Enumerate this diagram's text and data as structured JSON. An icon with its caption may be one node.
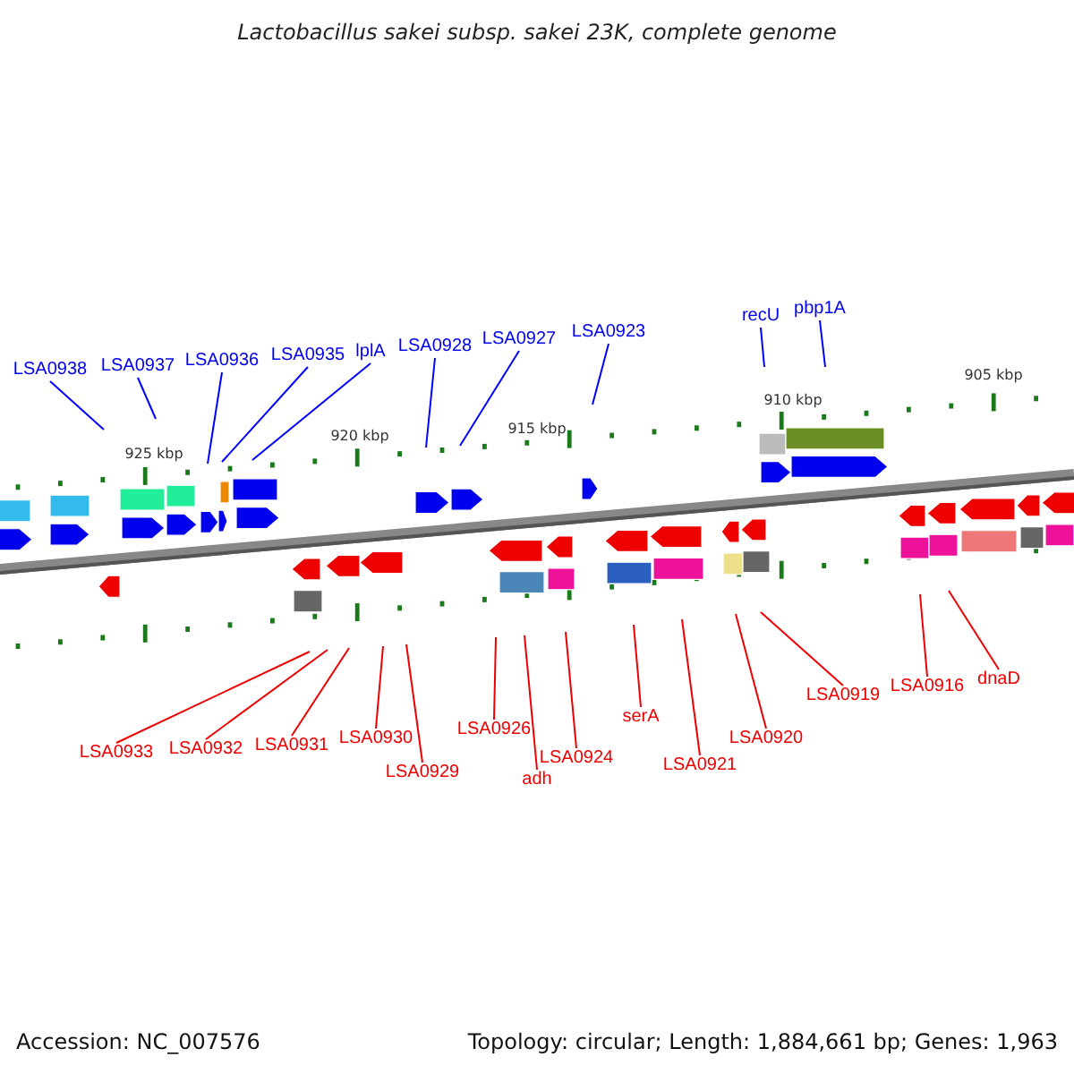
{
  "diagram": {
    "title": "Lactobacillus sakei subsp. sakei 23K, complete genome",
    "nodes": [
      {
        "text": [
          "LSA0938"
        ]
      },
      {
        "text": [
          "LSA0937"
        ]
      },
      {
        "text": [
          "LSA0936"
        ]
      },
      {
        "text": [
          "LSA0935"
        ]
      },
      {
        "text": [
          "lplA"
        ]
      },
      {
        "text": [
          "LSA0928"
        ]
      },
      {
        "text": [
          "LSA0927"
        ]
      },
      {
        "text": [
          "LSA0923"
        ]
      },
      {
        "text": [
          "recU"
        ]
      },
      {
        "text": [
          "pbp1A"
        ]
      },
      {
        "text": [
          "LSA0933"
        ]
      },
      {
        "text": [
          "LSA0932"
        ]
      },
      {
        "text": [
          "LSA0931"
        ]
      },
      {
        "text": [
          "LSA0930"
        ]
      },
      {
        "text": [
          "LSA0929"
        ]
      },
      {
        "text": [
          "LSA0926"
        ]
      },
      {
        "text": [
          "adh"
        ]
      },
      {
        "text": [
          "LSA0924"
        ]
      },
      {
        "text": [
          "serA"
        ]
      },
      {
        "text": [
          "LSA0921"
        ]
      },
      {
        "text": [
          "LSA0920"
        ]
      },
      {
        "text": [
          "LSA0919"
        ]
      },
      {
        "text": [
          "LSA0916"
        ]
      },
      {
        "text": [
          "dnaD"
        ]
      }
    ],
    "edges": [
      {
        "from": 0,
        "to": null,
        "arrow": "none",
        "color": "#0000ff"
      },
      {
        "from": 1,
        "to": null,
        "arrow": "none",
        "color": "#0000ff"
      },
      {
        "from": 2,
        "to": null,
        "arrow": "none",
        "color": "#0000ff"
      },
      {
        "from": 3,
        "to": null,
        "arrow": "none",
        "color": "#0000ff"
      },
      {
        "from": 4,
        "to": null,
        "arrow": "none",
        "color": "#0000ff"
      },
      {
        "from": 5,
        "to": null,
        "arrow": "none",
        "color": "#0000ff"
      },
      {
        "from": 6,
        "to": null,
        "arrow": "none",
        "color": "#0000ff"
      },
      {
        "from": 7,
        "to": null,
        "arrow": "none",
        "color": "#0000ff"
      },
      {
        "from": 8,
        "to": null,
        "arrow": "none",
        "color": "#0000ff"
      },
      {
        "from": 9,
        "to": null,
        "arrow": "none",
        "color": "#0000ff"
      },
      {
        "from": 10,
        "to": null,
        "arrow": "none"
      },
      {
        "from": 11,
        "to": null,
        "arrow": "none"
      },
      {
        "from": 12,
        "to": null,
        "arrow": "none"
      },
      {
        "from": 13,
        "to": null,
        "arrow": "none"
      },
      {
        "from": 14,
        "to": null,
        "arrow": "none"
      },
      {
        "from": 15,
        "to": null,
        "arrow": "none"
      },
      {
        "from": 16,
        "to": null,
        "arrow": "none"
      },
      {
        "from": 17,
        "to": null,
        "arrow": "none"
      },
      {
        "from": 18,
        "to": null,
        "arrow": "none"
      },
      {
        "from": 19,
        "to": null,
        "arrow": "none"
      },
      {
        "from": 20,
        "to": null,
        "arrow": "none"
      },
      {
        "from": 21,
        "to": null,
        "arrow": "none"
      },
      {
        "from": 22,
        "to": null,
        "arrow": "none"
      },
      {
        "from": 23,
        "to": null,
        "arrow": "none"
      }
    ],
    "labels": [
      "905 kbp",
      "910 kbp",
      "915 kbp",
      "920 kbp",
      "925 kbp",
      "Accession: NC_007576",
      "Topology: circular; Length: 1,884,661 bp; Genes: 1,963"
    ]
  }
}
